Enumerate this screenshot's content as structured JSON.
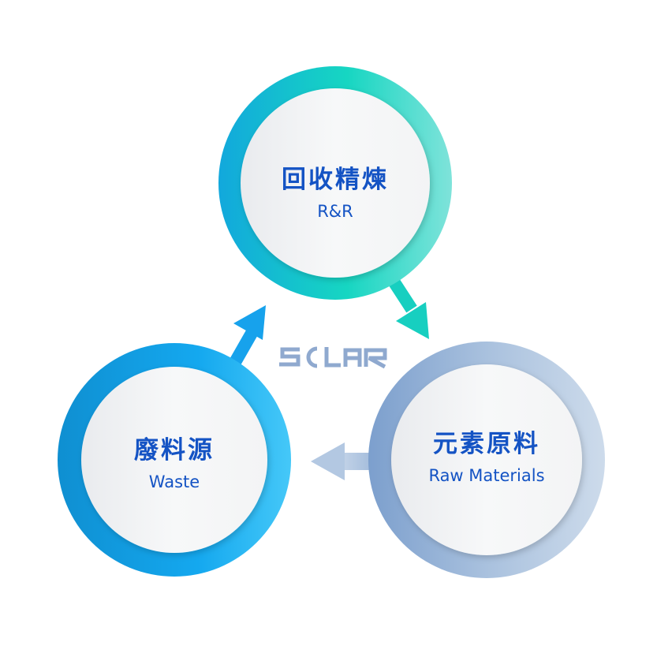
{
  "diagram": {
    "type": "cycle",
    "nodes": [
      {
        "id": "rr",
        "title_zh": "回收精煉",
        "title_en": "R&R",
        "ring_colors": [
          "#12a8dc",
          "#16d6c2",
          "#7fe3da"
        ]
      },
      {
        "id": "raw",
        "title_zh": "元素原料",
        "title_en": "Raw Materials",
        "ring_colors": [
          "#7c9fcd",
          "#a9c1de",
          "#cddbeb"
        ]
      },
      {
        "id": "waste",
        "title_zh": "廢料源",
        "title_en": "Waste",
        "ring_colors": [
          "#0f8fd1",
          "#14a8ef",
          "#45c8f8"
        ]
      }
    ],
    "edges": [
      {
        "from": "waste",
        "to": "rr",
        "color": "#17a2ec"
      },
      {
        "from": "rr",
        "to": "raw",
        "color": "#17cfc0"
      },
      {
        "from": "raw",
        "to": "waste",
        "color": "#a7c0dd"
      }
    ],
    "center_logo": {
      "text": "SOLAR",
      "color": "#8fa9cf"
    }
  }
}
